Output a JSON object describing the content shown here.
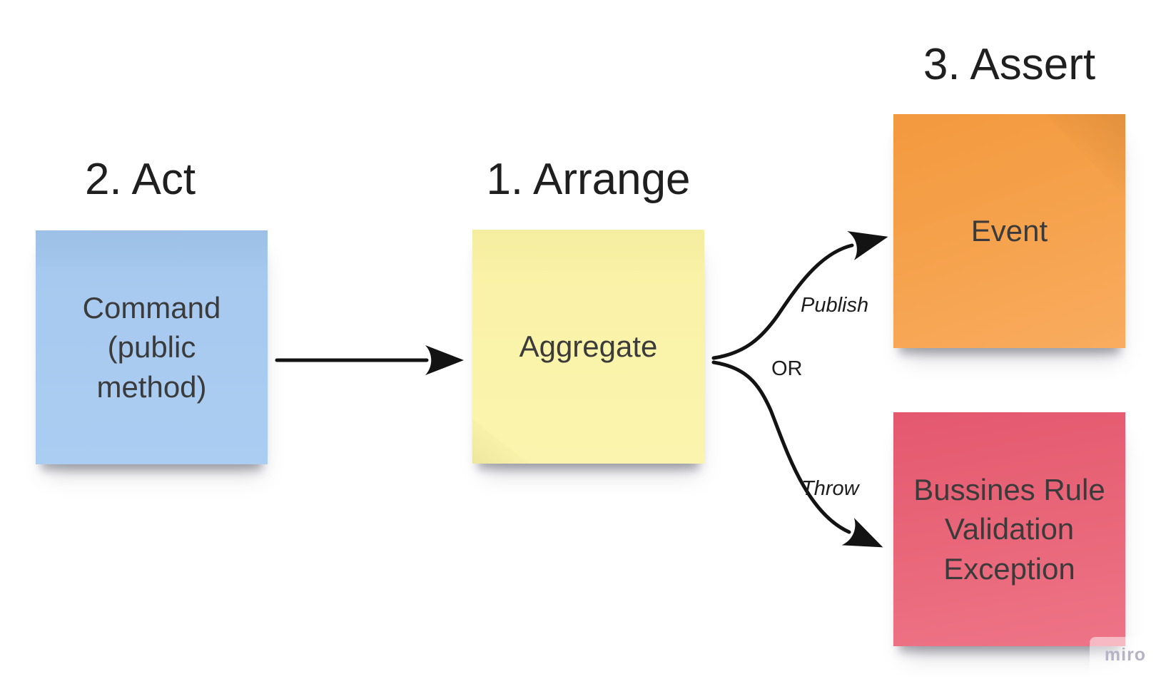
{
  "board": {
    "background_color": "#ffffff",
    "watermark": {
      "label": "miro",
      "color": "#b6b3c6"
    }
  },
  "steps": {
    "arrange": {
      "title": "1. Arrange"
    },
    "act": {
      "title": "2. Act"
    },
    "assert": {
      "title": "3. Assert"
    }
  },
  "notes": {
    "command": {
      "label": "Command (public method)",
      "color": "#a7c9ef"
    },
    "aggregate": {
      "label": "Aggregate",
      "color": "#f9f2a7"
    },
    "event": {
      "label": "Event",
      "color": "#f5a14b"
    },
    "exception": {
      "label": "Bussines Rule Validation Exception",
      "color": "#e96679"
    }
  },
  "connector_labels": {
    "publish": "Publish",
    "or": "OR",
    "throw": "Throw"
  },
  "connector_color": "#131313"
}
